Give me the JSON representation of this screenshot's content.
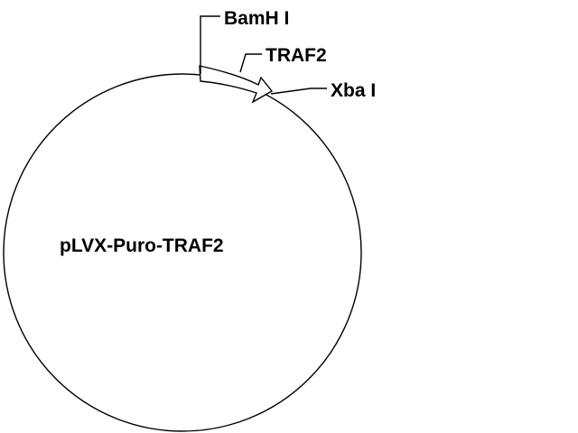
{
  "plasmid": {
    "name": "pLVX-Puro-TRAF2"
  },
  "features": {
    "insert": "TRAF2"
  },
  "sites": {
    "site_5prime": "BamH I",
    "site_3prime": "Xba I"
  },
  "colors": {
    "line": "#000000",
    "background": "#ffffff"
  }
}
